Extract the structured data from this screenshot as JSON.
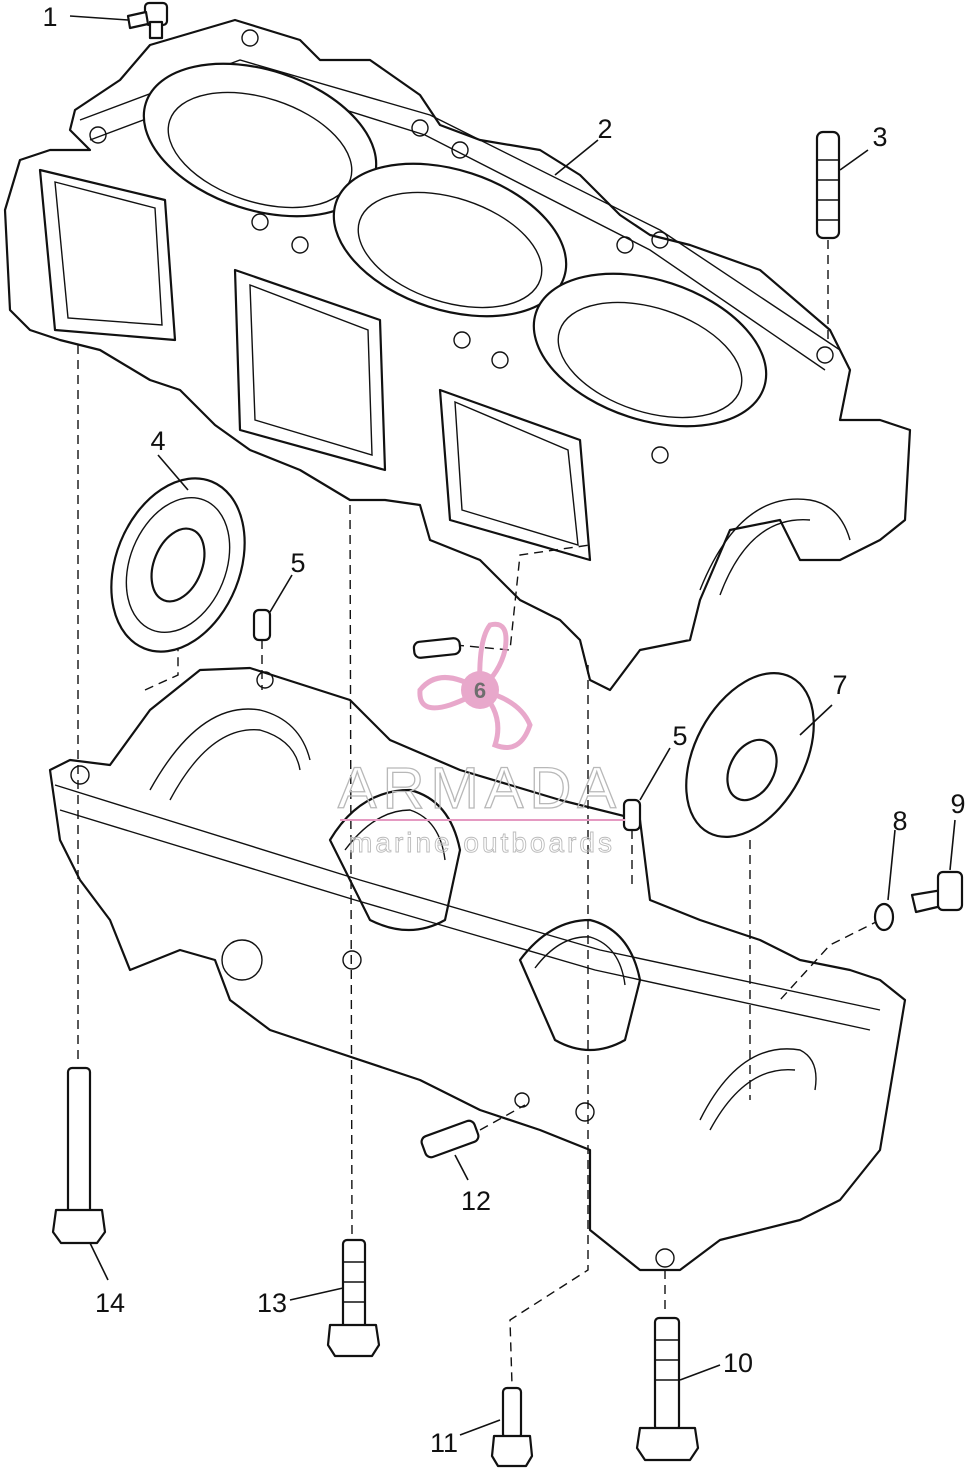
{
  "watermark": {
    "brand": "ARMADA",
    "tagline": "marine outboards",
    "logo_number": "6",
    "logo_color": "#e59ac2"
  },
  "callouts": {
    "c1": "1",
    "c2": "2",
    "c3": "3",
    "c4": "4",
    "c5a": "5",
    "c5b": "5",
    "c7": "7",
    "c8": "8",
    "c9": "9",
    "c10": "10",
    "c11": "11",
    "c12": "12",
    "c13": "13",
    "c14": "14"
  },
  "colors": {
    "line": "#111111",
    "background": "#ffffff"
  }
}
